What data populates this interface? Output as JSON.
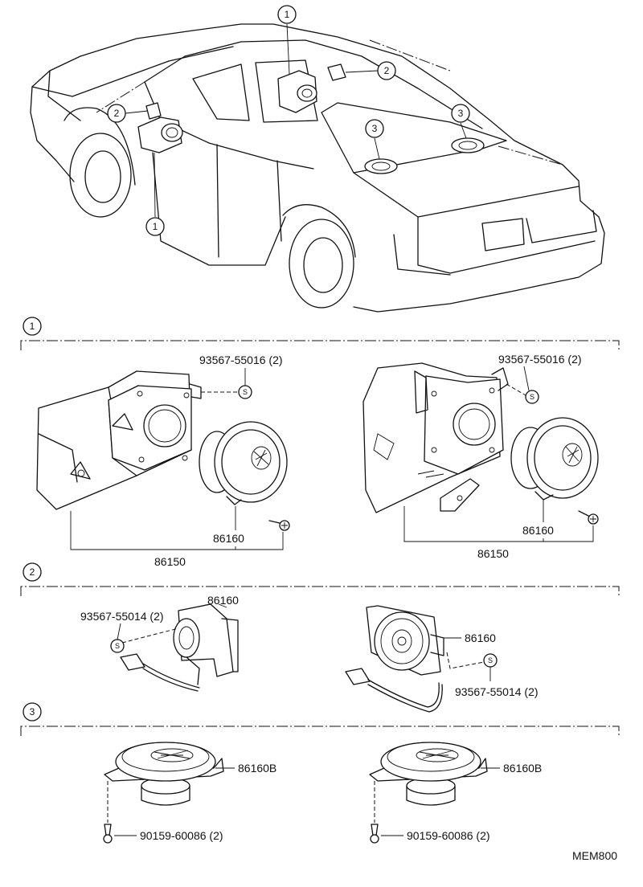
{
  "callouts": {
    "front_speaker": "1",
    "tweeter": "2",
    "rear_speaker": "3"
  },
  "screw_symbol": "S",
  "section1": {
    "left": {
      "screw_part": "93567-55016 (2)",
      "speaker_part": "86160",
      "assembly_part": "86150"
    },
    "right": {
      "screw_part": "93567-55016 (2)",
      "speaker_part": "86160",
      "assembly_part": "86150"
    }
  },
  "section2": {
    "left": {
      "speaker_part": "86160",
      "screw_part": "93567-55014 (2)"
    },
    "right": {
      "speaker_part": "86160",
      "screw_part": "93567-55014 (2)"
    }
  },
  "section3": {
    "left": {
      "speaker_part": "86160B",
      "screw_part": "90159-60086 (2)"
    },
    "right": {
      "speaker_part": "86160B",
      "screw_part": "90159-60086 (2)"
    }
  },
  "diagram_code": "MEM800"
}
